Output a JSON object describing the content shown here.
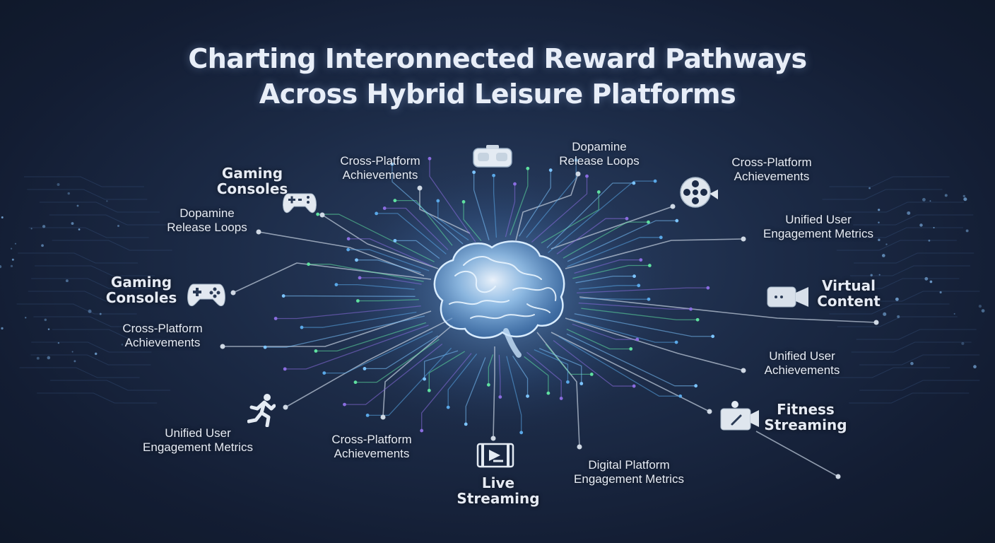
{
  "title": {
    "line1": "Charting Interonnected Reward Pathways",
    "line2": "Across Hybrid Leisure Platforms"
  },
  "colors": {
    "background": "#1a2742",
    "line_blue": "#5aa8e8",
    "line_purple": "#8a6de0",
    "line_green": "#5fe0a0",
    "node": "#cfd8e4",
    "brain_glow": "#9fd0ff"
  },
  "labels": [
    {
      "id": "tl-cross",
      "line1": "Cross-Platform",
      "line2": "Achievements",
      "icon": "none"
    },
    {
      "id": "top-dopamine",
      "line1": "Dopamine",
      "line2": "Release Loops",
      "icon": "vr-headset-icon"
    },
    {
      "id": "tr-cross",
      "line1": "Cross-Platform",
      "line2": "Achievements",
      "icon": "film-reel-icon"
    },
    {
      "id": "l-gaming-1",
      "line1": "Gaming",
      "line2": "Consoles",
      "icon": "gamepad-icon"
    },
    {
      "id": "l-dopamine",
      "line1": "Dopamine",
      "line2": "Release Loops",
      "icon": "none"
    },
    {
      "id": "l-gaming-2",
      "line1": "Gaming",
      "line2": "Consoles",
      "icon": "gamepad-icon"
    },
    {
      "id": "l-cross",
      "line1": "Cross-Platform",
      "line2": "Achievements",
      "icon": "none"
    },
    {
      "id": "bl-unified",
      "line1": "Unified User",
      "line2": "Engagement Metrics",
      "icon": "running-person-icon"
    },
    {
      "id": "b-cross",
      "line1": "Cross-Platform",
      "line2": "Achievements",
      "icon": "none"
    },
    {
      "id": "b-live",
      "line1": "Live",
      "line2": "Streaming",
      "icon": "video-player-icon"
    },
    {
      "id": "br-digital",
      "line1": "Digital Platform",
      "line2": "Engagement Metrics",
      "icon": "none"
    },
    {
      "id": "r-unified-eng",
      "line1": "Unified User",
      "line2": "Engagement Metrics",
      "icon": "none"
    },
    {
      "id": "r-virtual",
      "line1": "Virtual",
      "line2": "Content",
      "icon": "video-camera-icon"
    },
    {
      "id": "r-unified-ach",
      "line1": "Unified User",
      "line2": "Achievements",
      "icon": "none"
    },
    {
      "id": "r-fitness",
      "line1": "Fitness",
      "line2": "Streaming",
      "icon": "fitness-screen-icon"
    }
  ]
}
